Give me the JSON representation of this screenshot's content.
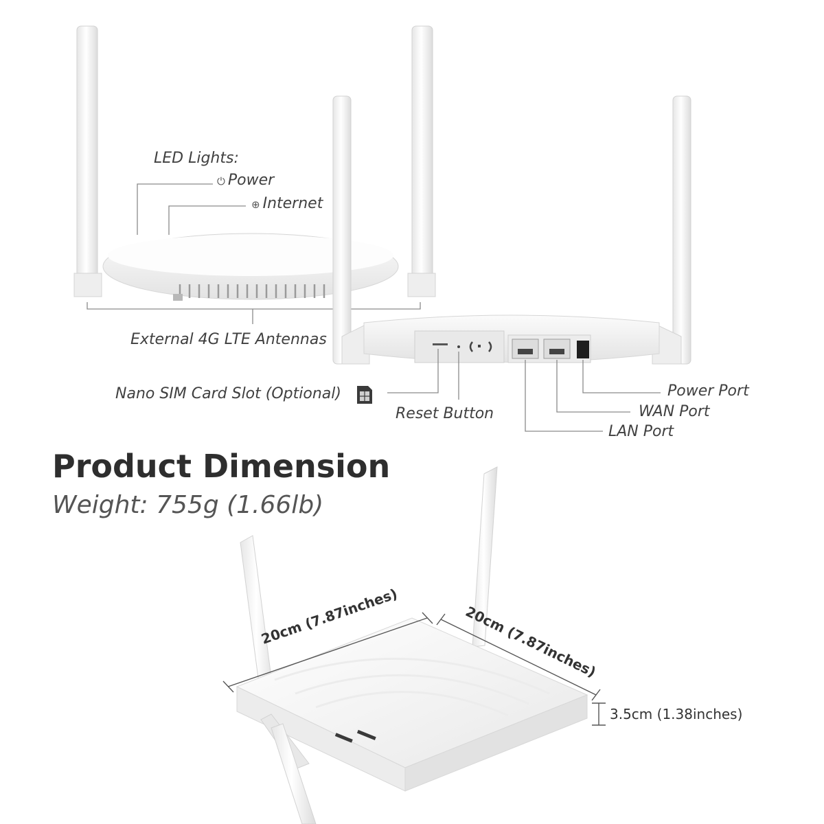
{
  "labels": {
    "led_lights": "LED Lights:",
    "power": "Power",
    "internet": "Internet",
    "antennas": "External 4G LTE Antennas",
    "sim_slot": "Nano SIM Card Slot (Optional)",
    "reset_button": "Reset Button",
    "power_port": "Power Port",
    "wan_port": "WAN Port",
    "lan_port": "LAN Port"
  },
  "icons": {
    "power": "power-icon",
    "internet": "globe-icon",
    "sim": "sim-card-icon"
  },
  "product": {
    "title": "Product Dimension",
    "weight": "Weight: 755g (1.66lb)"
  },
  "dimensions": {
    "width": "20cm (7.87inches)",
    "depth": "20cm (7.87inches)",
    "height": "3.5cm (1.38inches)"
  },
  "colors": {
    "device_body": "#f4f4f4",
    "leader_line": "#8a8a8a",
    "text": "#404040"
  }
}
